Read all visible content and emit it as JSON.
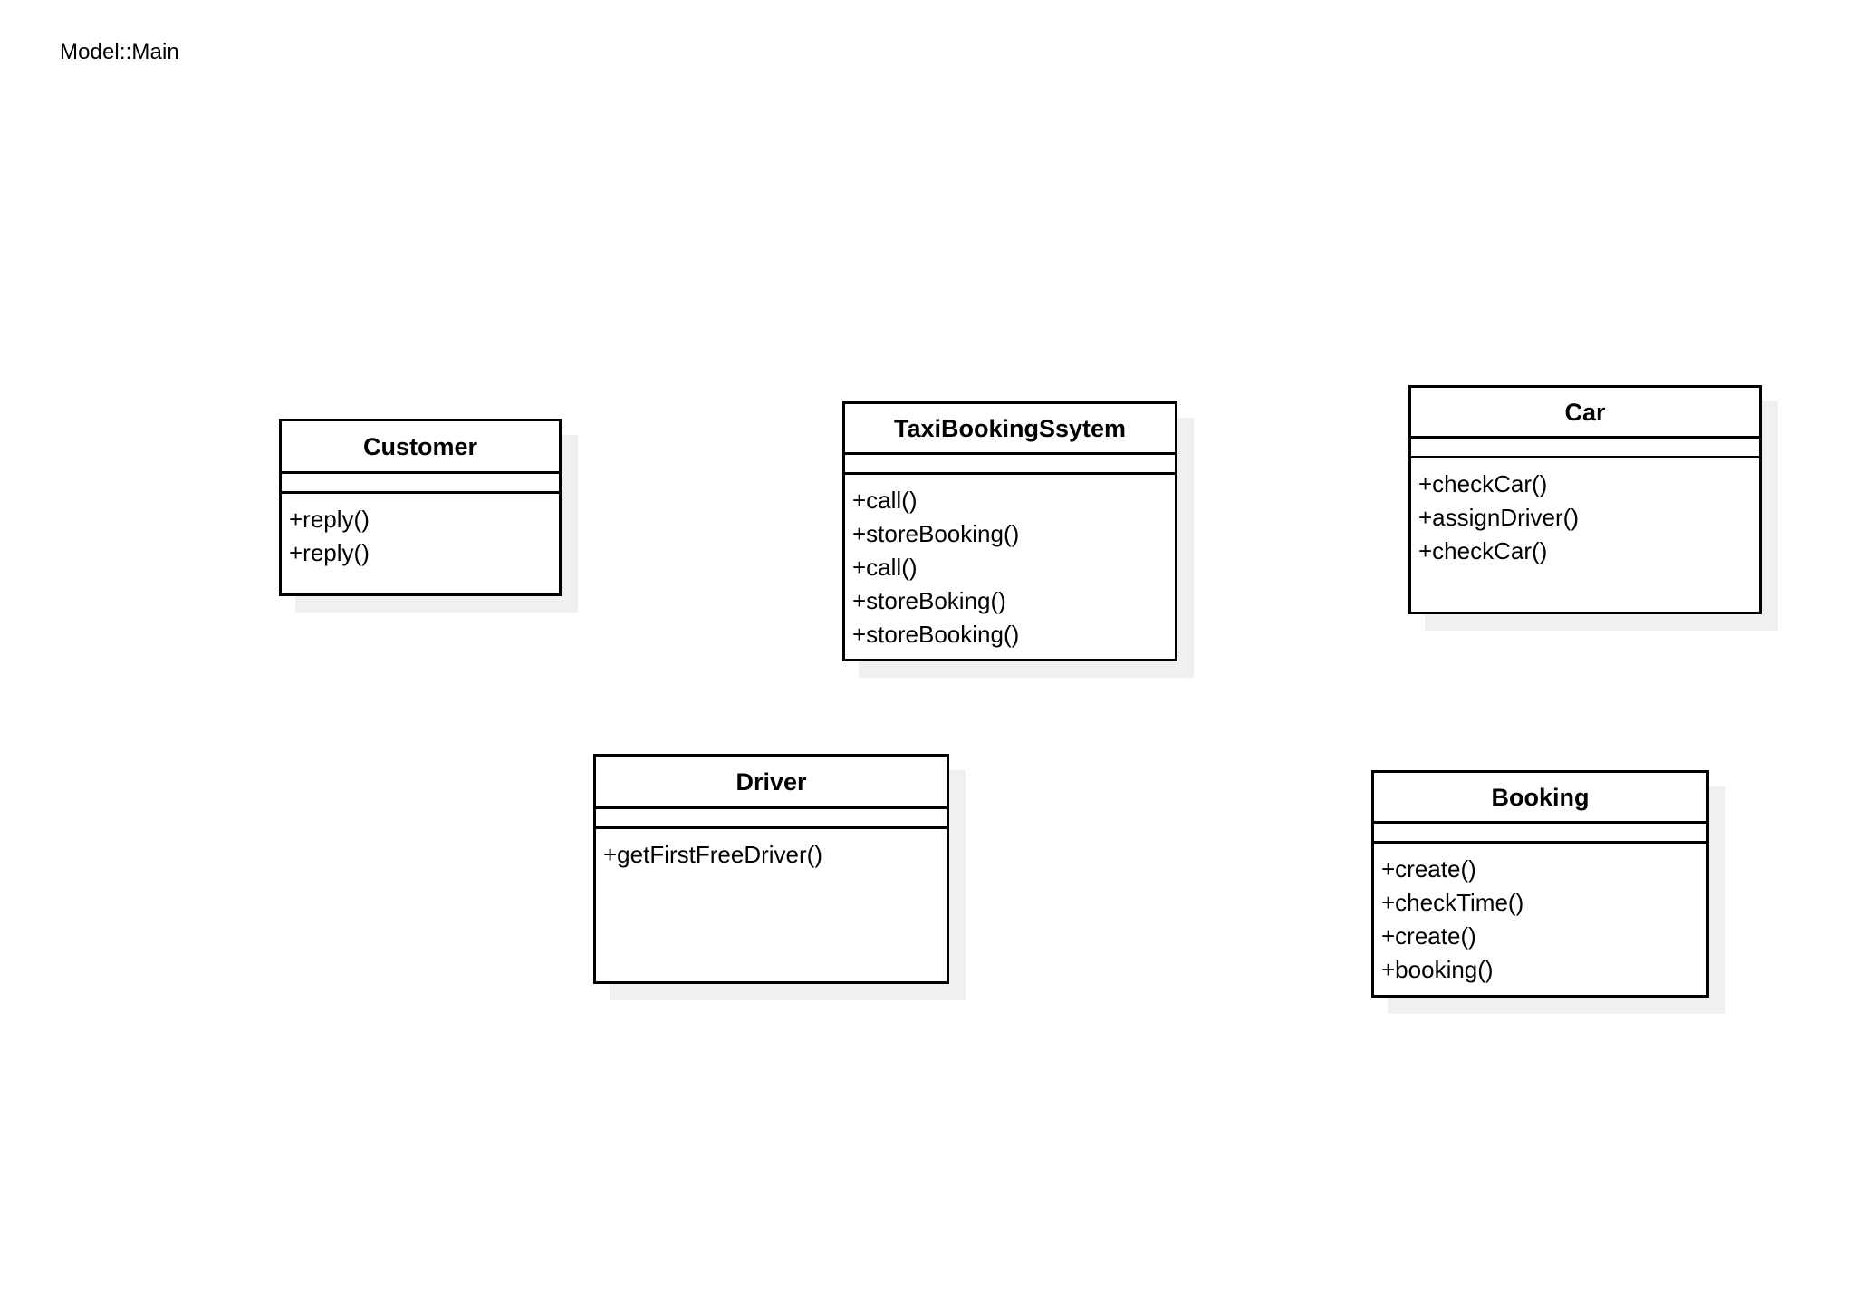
{
  "diagram": {
    "title": "Model::Main",
    "type": "uml-class-diagram",
    "background_color": "#ffffff",
    "line_color": "#000000",
    "shadow_color": "#f0f0f0"
  },
  "classes": [
    {
      "id": "customer",
      "name": "Customer",
      "attributes": [],
      "operations": [
        "+reply()",
        "+reply()"
      ]
    },
    {
      "id": "taxibookingssytem",
      "name": "TaxiBookingSsytem",
      "attributes": [],
      "operations": [
        "+call()",
        "+storeBooking()",
        "+call()",
        "+storeBoking()",
        "+storeBooking()"
      ]
    },
    {
      "id": "car",
      "name": "Car",
      "attributes": [],
      "operations": [
        "+checkCar()",
        "+assignDriver()",
        "+checkCar()"
      ]
    },
    {
      "id": "driver",
      "name": "Driver",
      "attributes": [],
      "operations": [
        "+getFirstFreeDriver()"
      ]
    },
    {
      "id": "booking",
      "name": "Booking",
      "attributes": [],
      "operations": [
        "+create()",
        "+checkTime()",
        "+create()",
        "+booking()"
      ]
    }
  ]
}
